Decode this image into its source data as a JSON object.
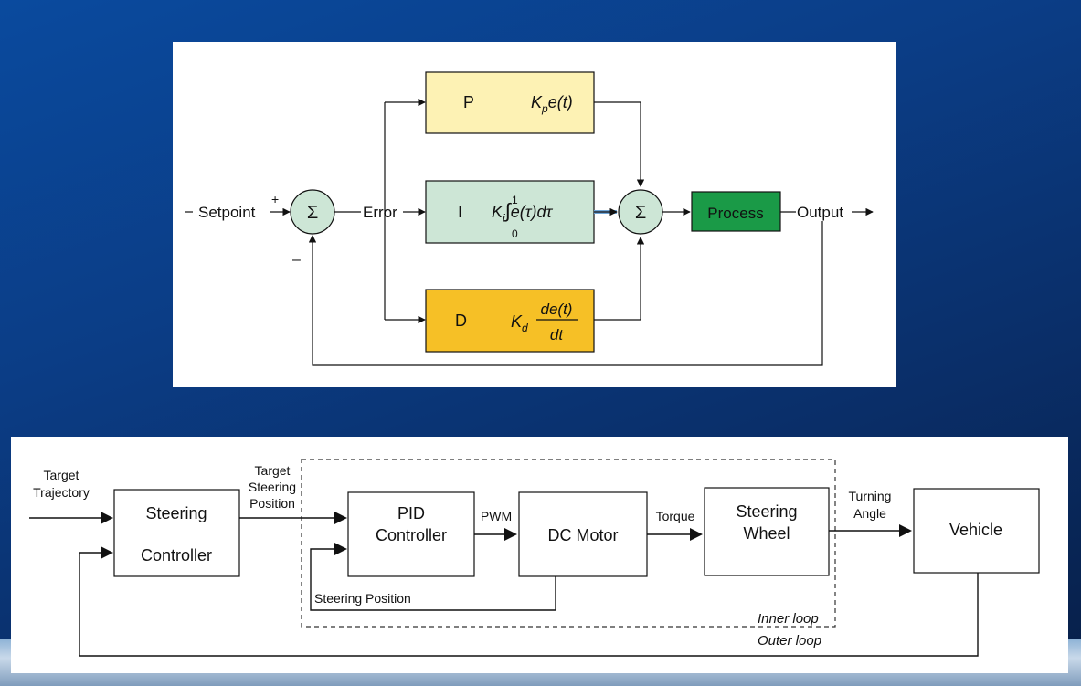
{
  "pid_diagram": {
    "setpoint_label": "Setpoint",
    "plus_sign": "+",
    "minus_sign": "–",
    "sum_symbol": "Σ",
    "error_label": "Error",
    "output_label": "Output",
    "process_label": "Process",
    "p_block": {
      "letter": "P",
      "formula": "Kpe(t)"
    },
    "i_block": {
      "letter": "I",
      "formula": "Ki∫e(τ)dτ",
      "upper_limit": "1",
      "lower_limit": "0"
    },
    "d_block": {
      "letter": "D",
      "formula": "Kd de(t)/dt",
      "numerator": "de(t)",
      "denominator": "dt"
    },
    "colors": {
      "p": "#fdf2b4",
      "i": "#cde6d6",
      "d": "#f6c026",
      "process": "#1a9a47",
      "sum": "#cde6d6"
    }
  },
  "steering_diagram": {
    "target_trajectory": [
      "Target",
      "Trajectory"
    ],
    "target_steering_position": [
      "Target",
      "Steering",
      "Position"
    ],
    "steering_controller": [
      "Steering",
      "Controller"
    ],
    "pid_controller": [
      "PID",
      "Controller"
    ],
    "pwm_label": "PWM",
    "dc_motor": "DC Motor",
    "torque_label": "Torque",
    "steering_wheel": [
      "Steering",
      "Wheel"
    ],
    "turning_angle": [
      "Turning",
      "Angle"
    ],
    "vehicle": "Vehicle",
    "steering_position_feedback": "Steering Position",
    "inner_loop": "Inner loop",
    "outer_loop": "Outer loop"
  }
}
